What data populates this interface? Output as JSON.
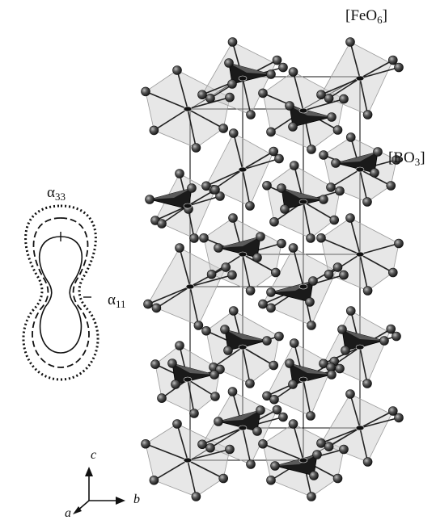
{
  "labels": {
    "feo6": {
      "main": "[FeO",
      "sub": "6",
      "tail": "]"
    },
    "bo3": {
      "main": "[BO",
      "sub": "3",
      "tail": "]"
    },
    "alpha33": {
      "main": "α",
      "sub": "33"
    },
    "alpha11": {
      "main": "α",
      "sub": "11"
    }
  },
  "axes": {
    "c": "c",
    "b": "b",
    "a": "a"
  },
  "colors": {
    "octahedron_fill": "#c9c9c9",
    "triangle_fill": "#1a1a1a",
    "atom_fill": "#3a3a3a",
    "line": "#222222"
  }
}
